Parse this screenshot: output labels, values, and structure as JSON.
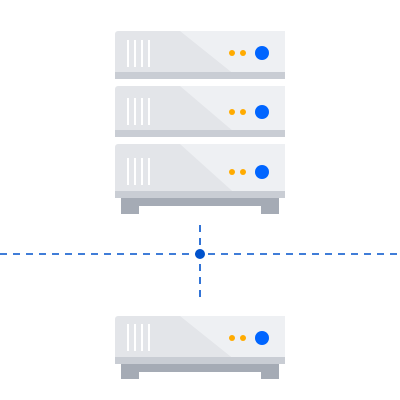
{
  "illustration": {
    "top_rack": {
      "units": [
        {
          "id": "unit-1",
          "led_orange_count": 2,
          "led_blue_count": 1
        },
        {
          "id": "unit-2",
          "led_orange_count": 2,
          "led_blue_count": 1
        },
        {
          "id": "unit-3",
          "led_orange_count": 2,
          "led_blue_count": 1
        }
      ]
    },
    "bottom_server": {
      "units": [
        {
          "id": "unit-1",
          "led_orange_count": 2,
          "led_blue_count": 1
        }
      ]
    },
    "connection": {
      "style": "dashed",
      "node": "dot"
    }
  },
  "colors": {
    "background": "#ffffff",
    "server_face": "#e3e5e9",
    "server_face_light": "#eef0f3",
    "server_shadow": "#c9cdd4",
    "server_base": "#a5abb5",
    "vent_lines": "#ffffff",
    "led_orange": "#ffab00",
    "led_blue": "#0065ff",
    "connector_blue": "#0052cc"
  }
}
